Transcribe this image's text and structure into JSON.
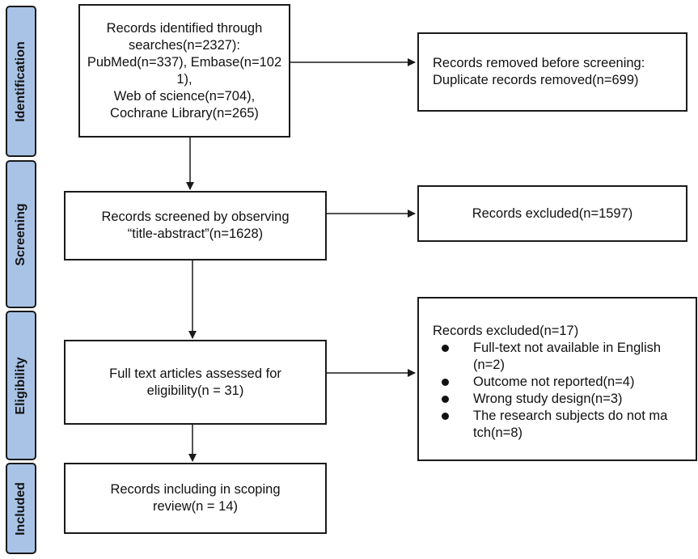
{
  "stages": {
    "identification": "Identification",
    "screening": "Screening",
    "eligibility": "Eligibility",
    "included": "Included"
  },
  "identified_box": {
    "lines": [
      "Records identified through",
      "searches(n=2327):",
      "PubMed(n=337), Embase(n=102",
      "1),",
      "Web of science(n=704),",
      "Cochrane Library(n=265)"
    ]
  },
  "removed_box": {
    "lines": [
      "Records removed before screening:",
      "Duplicate records removed(n=699)"
    ]
  },
  "screened_box": {
    "lines": [
      "Records screened by observing",
      "“title-abstract”(n=1628)"
    ]
  },
  "excluded_box_1": {
    "text": "Records excluded(n=1597)"
  },
  "fulltext_box": {
    "lines": [
      "Full text articles assessed for",
      "eligibility(n = 31)"
    ]
  },
  "excluded_box_2": {
    "header": "Records excluded(n=17)",
    "items": [
      "Full-text not available in English (n=2)",
      "Outcome not reported(n=4)",
      "Wrong study design(n=3)",
      "The research subjects do not ma tch(n=8)"
    ]
  },
  "included_box": {
    "lines": [
      "Records including in scoping",
      "review(n = 14)"
    ]
  },
  "colors": {
    "stage_fill": "#a9c3e6",
    "border": "#1a1a1a"
  }
}
